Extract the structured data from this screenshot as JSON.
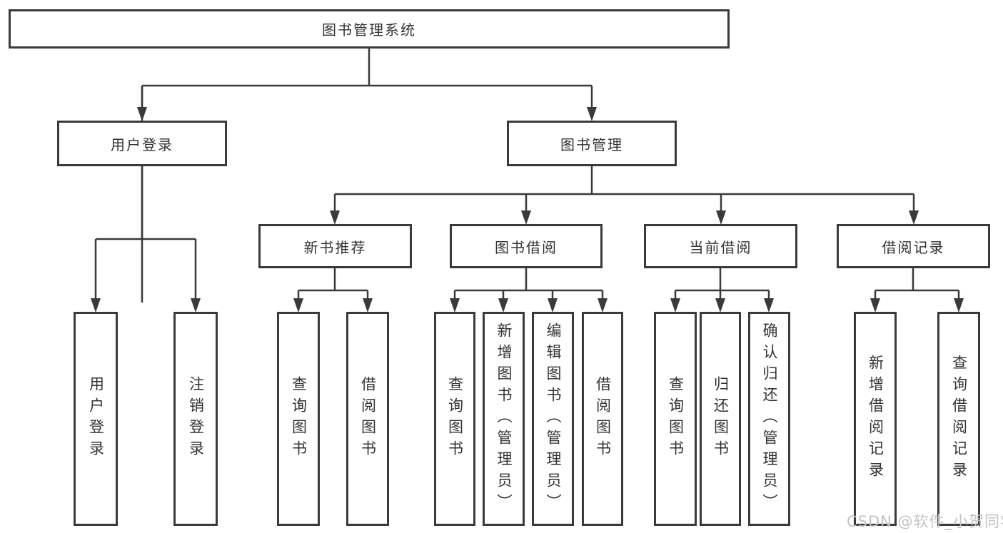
{
  "diagram": {
    "root": {
      "label": "图书管理系统"
    },
    "branches": [
      {
        "label": "用户登录",
        "leaves": [
          {
            "label": "用户登录"
          },
          {
            "label": "注销登录"
          }
        ]
      },
      {
        "label": "图书管理",
        "children": [
          {
            "label": "新书推荐",
            "leaves": [
              {
                "label": "查询图书"
              },
              {
                "label": "借阅图书"
              }
            ]
          },
          {
            "label": "图书借阅",
            "leaves": [
              {
                "label": "查询图书"
              },
              {
                "label": "新增图书（管理员）"
              },
              {
                "label": "编辑图书（管理员）"
              },
              {
                "label": "借阅图书"
              }
            ]
          },
          {
            "label": "当前借阅",
            "leaves": [
              {
                "label": "查询图书"
              },
              {
                "label": "归还图书"
              },
              {
                "label": "确认归还（管理员）"
              }
            ]
          },
          {
            "label": "借阅记录",
            "leaves": [
              {
                "label": "新增借阅记录"
              },
              {
                "label": "查询借阅记录"
              }
            ]
          }
        ]
      }
    ]
  },
  "watermark": {
    "text": "CSDN @软件_小贺同学"
  },
  "colors": {
    "line": "#3a3a3a",
    "text": "#333333",
    "watermark": "#c3c3c3",
    "background": "#ffffff"
  }
}
